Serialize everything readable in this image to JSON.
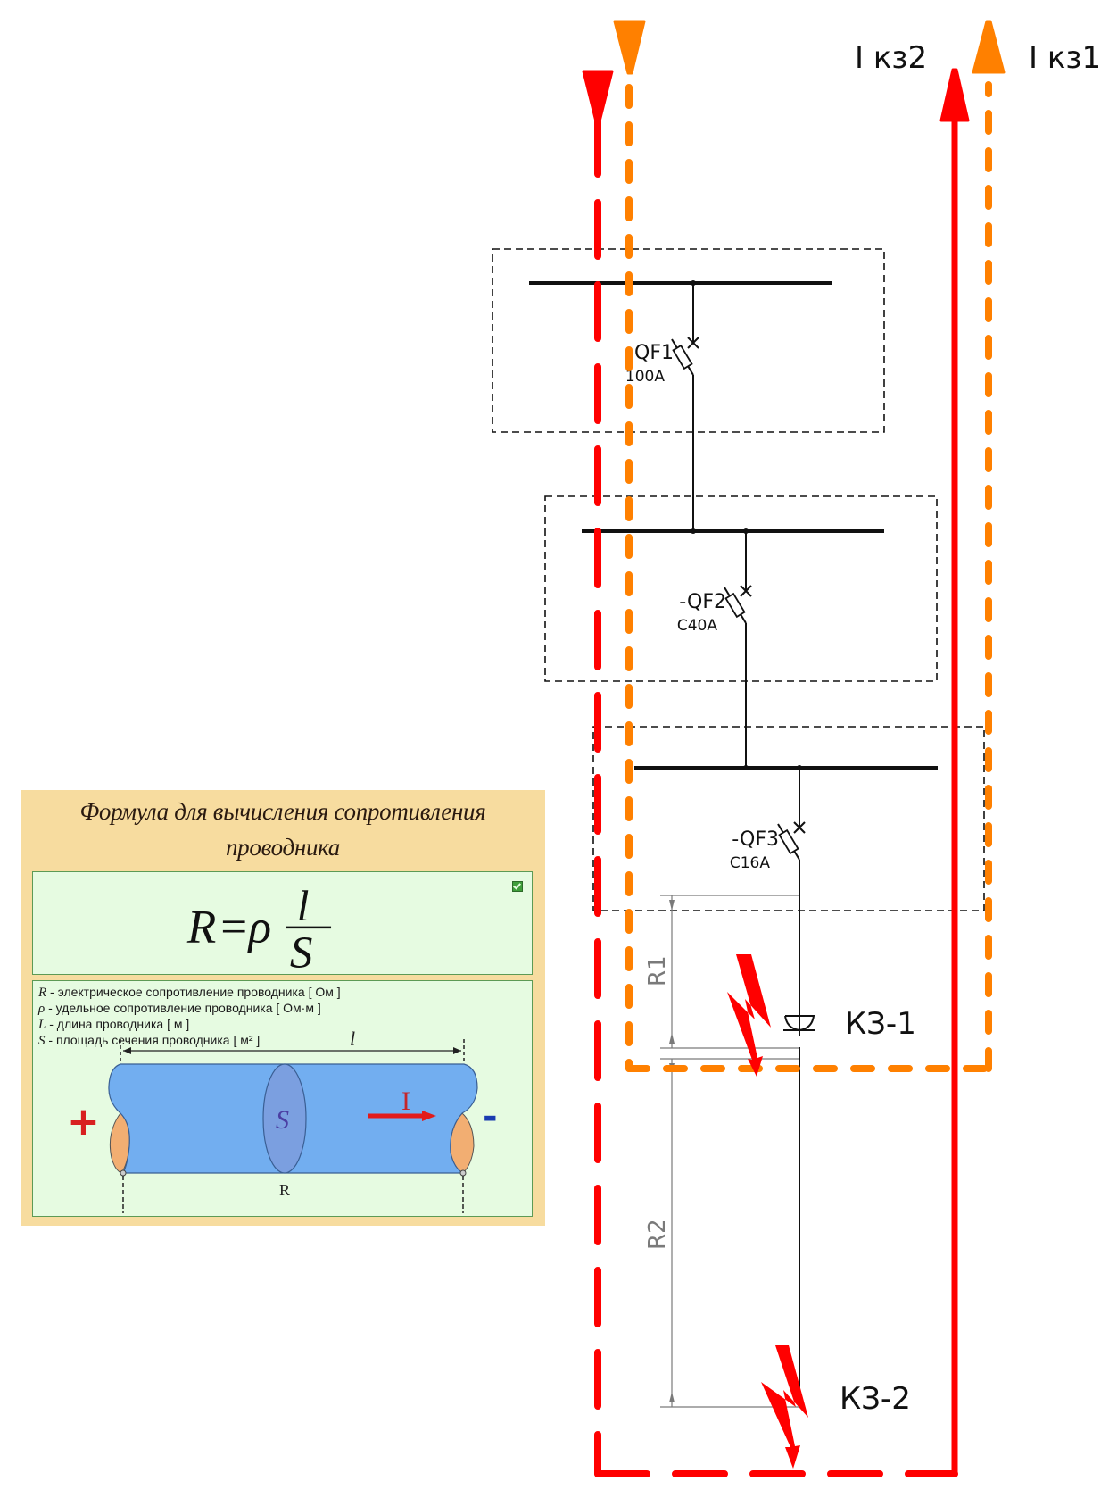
{
  "currents": {
    "i_kz1": "I кз1",
    "i_kz2": "I кз2"
  },
  "breakers": [
    {
      "name": "-QF1",
      "rating": "100A"
    },
    {
      "name": "-QF2",
      "rating": "C40A"
    },
    {
      "name": "-QF3",
      "rating": "C16A"
    }
  ],
  "faults": [
    {
      "label": "КЗ-1"
    },
    {
      "label": "КЗ-2"
    }
  ],
  "resistances": {
    "r1": "R1",
    "r2": "R2"
  },
  "colors": {
    "kz2_path": "#ff0000",
    "kz1_path": "#ff8000",
    "panel_bg": "#f7dc9f",
    "box_bg": "#e6fbe1",
    "conductor": "#72aef0",
    "terminal": "#f2ae72"
  },
  "panel": {
    "title_line1": "Формула для вычисления сопротивления",
    "title_line2": "проводника",
    "formula": {
      "lhs": "R",
      "eq": "=",
      "rho": "ρ",
      "numerator": "l",
      "denominator": "S"
    },
    "legend": [
      {
        "symbol": "R",
        "text": " - электрическое сопротивление проводника [ Ом ]"
      },
      {
        "symbol": "ρ",
        "text": " - удельное сопротивление проводника [ Ом·м ]"
      },
      {
        "symbol": "L",
        "text": " - длина проводника [ м ]"
      },
      {
        "symbol": "S",
        "text": " - площадь сечения проводника [ м² ]"
      }
    ],
    "figure": {
      "length_label": "l",
      "section_label": "S",
      "current_label": "I",
      "resistance_label": "R",
      "plus": "+",
      "minus": "-"
    }
  }
}
